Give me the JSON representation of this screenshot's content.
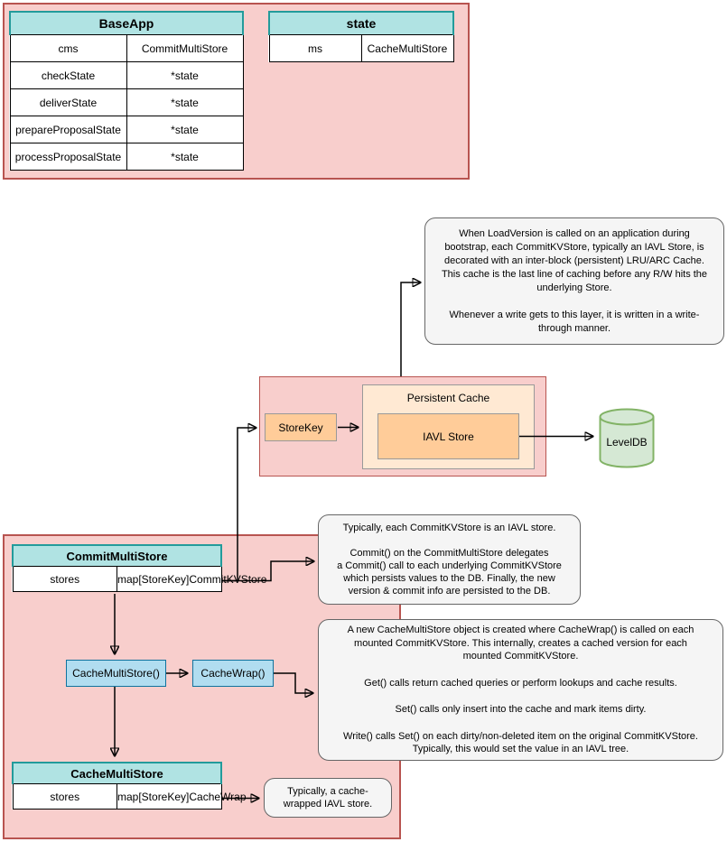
{
  "baseapp_table": {
    "title": "BaseApp",
    "rows": [
      [
        "cms",
        "CommitMultiStore"
      ],
      [
        "checkState",
        "*state"
      ],
      [
        "deliverState",
        "*state"
      ],
      [
        "prepareProposalState",
        "*state"
      ],
      [
        "processProposalState",
        "*state"
      ]
    ]
  },
  "state_table": {
    "title": "state",
    "rows": [
      [
        "ms",
        "CacheMultiStore"
      ]
    ]
  },
  "commit_table": {
    "title": "CommitMultiStore",
    "rows": [
      [
        "stores",
        "map[StoreKey]CommitKVStore"
      ]
    ]
  },
  "cache_table": {
    "title": "CacheMultiStore",
    "rows": [
      [
        "stores",
        "map[StoreKey]CacheWrap"
      ]
    ]
  },
  "shapes": {
    "store_key": "StoreKey",
    "persistent_cache": "Persistent Cache",
    "iavl_store": "IAVL Store",
    "leveldb": "LevelDB",
    "cache_multi_store_fn": "CacheMultiStore()",
    "cache_wrap_fn": "CacheWrap()"
  },
  "notes": {
    "load_version": "When LoadVersion is called on an application during\nbootstrap, each CommitKVStore, typically an IAVL Store, is\ndecorated with an inter-block (persistent) LRU/ARC Cache.\nThis cache is the last line of caching before any R/W hits the\nunderlying Store.\n\nWhenever a write gets to this layer, it is written in a write-\nthrough manner.",
    "commit_kv": "Typically, each CommitKVStore is an IAVL store.\n\nCommit() on the CommitMultiStore delegates\na Commit() call to each underlying CommitKVStore\nwhich persists values to the DB. Finally, the new\nversion & commit info are persisted to the DB.",
    "cache_wrap_detail": "A new CacheMultiStore object is created where CacheWrap() is called on each\nmounted CommitKVStore. This internally, creates a cached version for each\nmounted CommitKVStore.\n\nGet() calls return cached queries or perform lookups and cache results.\n\nSet() calls only insert into the cache and mark items dirty.\n\nWrite() calls Set() on each dirty/non-deleted item on the original CommitKVStore.\nTypically, this would set the value in an IAVL tree.",
    "cache_wrapped": "Typically, a cache-\nwrapped IAVL store."
  },
  "colors": {
    "container_fill": "#f8cecc",
    "container_stroke": "#b85450",
    "table_header_fill": "#b0e3e3",
    "table_header_stroke": "#239b9b",
    "function_fill": "#b1ddf0",
    "function_stroke": "#10739e",
    "cache_outer_fill": "#ffe9d3",
    "key_fill": "#ffcc99",
    "shape_stroke_gray": "#999999",
    "db_fill": "#d5e8d4",
    "db_stroke": "#82b366",
    "note_fill": "#f5f5f5",
    "note_stroke": "#666666",
    "line": "#000000"
  }
}
